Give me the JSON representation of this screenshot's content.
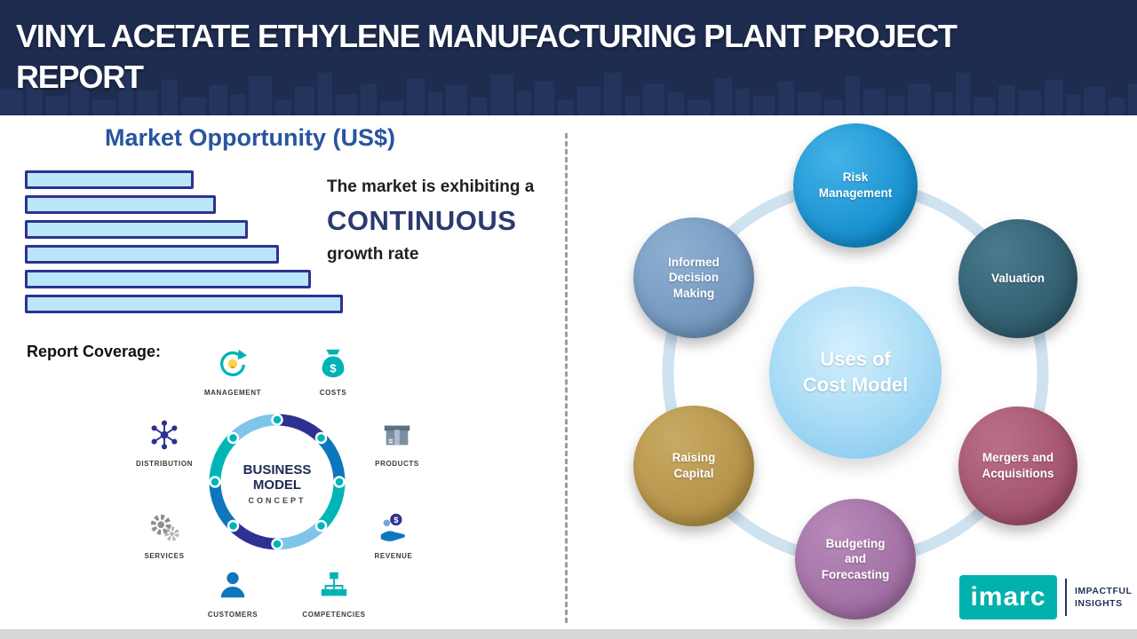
{
  "header": {
    "title": "VINYL ACETATE ETHYLENE MANUFACTURING PLANT PROJECT REPORT"
  },
  "left": {
    "section_title": "Market Opportunity (US$)",
    "chart_data": {
      "type": "bar",
      "orientation": "horizontal",
      "title": "Market Opportunity (US$)",
      "values": [
        53,
        60,
        70,
        80,
        90,
        100
      ],
      "units": "relative length (no axis values shown)",
      "note": "Six unlabeled horizontal bars increasing in length from top to bottom",
      "bar_fill": "#b9e7f9",
      "bar_border": "#2e3192"
    },
    "market_text": {
      "line1": "The market is exhibiting a",
      "line2": "CONTINUOUS",
      "line3": "growth rate"
    },
    "report_coverage_label": "Report Coverage:",
    "business_model": {
      "center_title": "BUSINESS MODEL",
      "center_subtitle": "CONCEPT",
      "items": [
        "MANAGEMENT",
        "COSTS",
        "DISTRIBUTION",
        "PRODUCTS",
        "SERVICES",
        "REVENUE",
        "CUSTOMERS",
        "COMPETENCIES"
      ]
    }
  },
  "right": {
    "center": {
      "line1": "Uses of",
      "line2": "Cost Model"
    },
    "circles": [
      {
        "label": "Risk Management",
        "color": "#118ccc",
        "color_light": "#45b3e8"
      },
      {
        "label": "Valuation",
        "color": "#2d5a6b",
        "color_light": "#4a7a8d"
      },
      {
        "label": "Mergers and Acquisitions",
        "color": "#a04f6a",
        "color_light": "#bb7089"
      },
      {
        "label": "Budgeting and Forecasting",
        "color": "#9e6ba0",
        "color_light": "#b98aba"
      },
      {
        "label": "Raising Capital",
        "color": "#b28f45",
        "color_light": "#c9ab63"
      },
      {
        "label": "Informed Decision Making",
        "color": "#6f94bb",
        "color_light": "#8fb0d2"
      }
    ]
  },
  "logo": {
    "brand": "imarc",
    "tagline_line1": "IMPACTFUL",
    "tagline_line2": "INSIGHTS",
    "brand_bg": "#00b1ad"
  }
}
